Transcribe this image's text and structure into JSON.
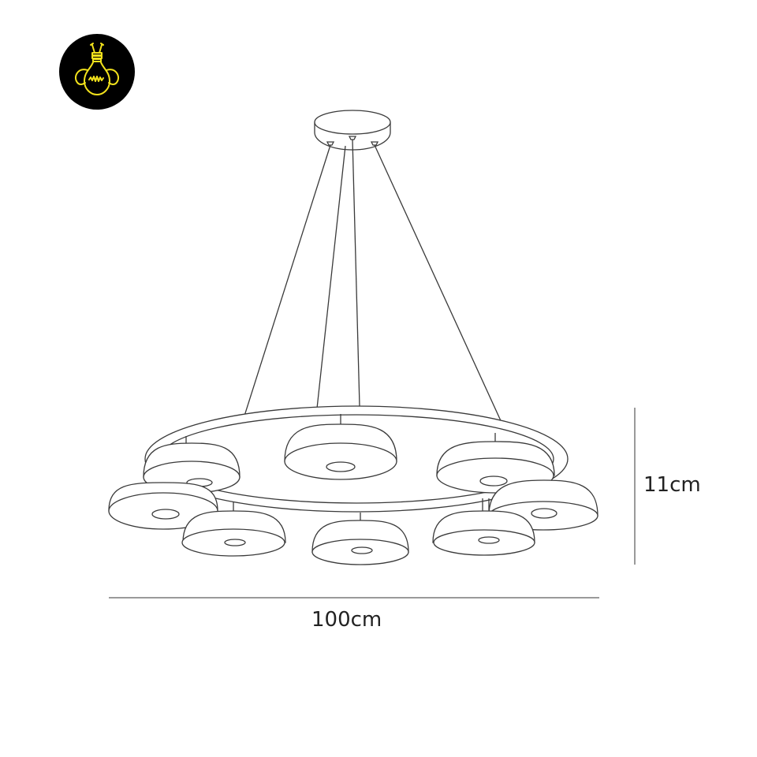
{
  "logo": {
    "icon": "lightbulb-bee-icon",
    "colors": {
      "background": "#000000",
      "stroke": "#f2e21c"
    }
  },
  "diagram": {
    "subject": "8-light ring pendant chandelier line drawing",
    "line_color": "#3a3a3a",
    "dimension_line_color": "#9a9a9a",
    "shade_count": 8
  },
  "dimensions": {
    "height_label": "11cm",
    "width_label": "100cm"
  }
}
